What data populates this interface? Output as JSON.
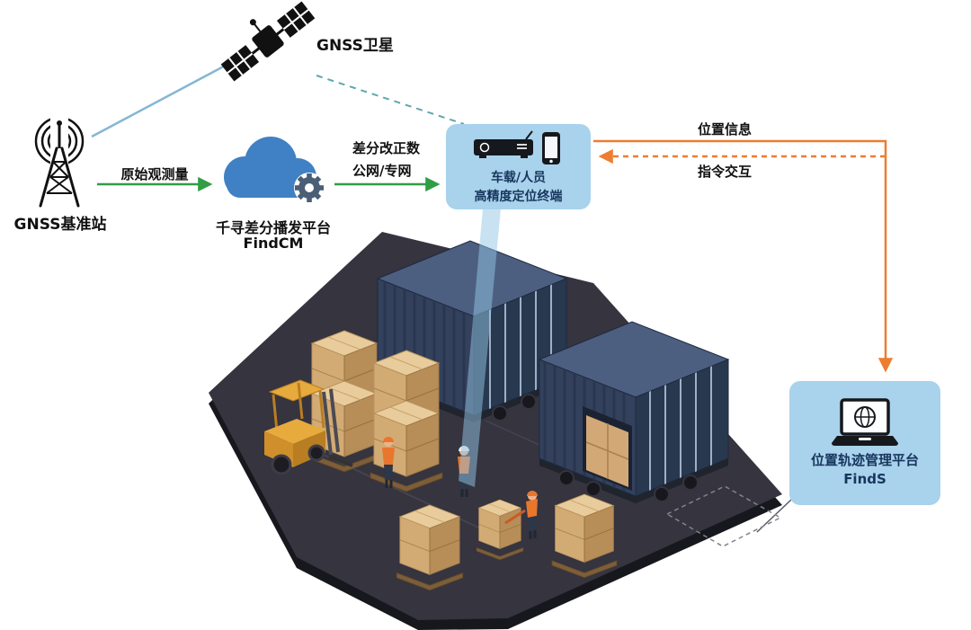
{
  "nodes": {
    "satellite": {
      "label": "GNSS卫星"
    },
    "base_station": {
      "label": "GNSS基准站"
    },
    "cloud": {
      "name": "千寻差分播发平台",
      "product": "FindCM"
    },
    "terminal": {
      "line1": "车载/人员",
      "line2": "高精度定位终端"
    },
    "management_platform": {
      "name": "位置轨迹管理平台",
      "product": "FindS"
    }
  },
  "flows": {
    "raw_observation": {
      "label": "原始观测量"
    },
    "corrections": {
      "line1": "差分改正数",
      "line2": "公网/专网"
    },
    "position_info": {
      "label": "位置信息"
    },
    "command_interaction": {
      "label": "指令交互"
    }
  },
  "icons": {
    "satellite": "satellite-icon",
    "base_station": "radio-tower-icon",
    "cloud": "cloud-gear-icon",
    "terminal_device": "vehicle-terminal-icon",
    "terminal_phone": "smartphone-icon",
    "management_platform": "laptop-globe-icon"
  },
  "colors": {
    "flow_green": "#2F9E44",
    "flow_orange": "#ED7D31",
    "node_box_bg": "#A9D2EC",
    "node_text_blue": "#17365D",
    "satellite_link_solid": "#85B6D4",
    "satellite_link_dashed": "#5FA6AE",
    "cloud_blue": "#3F81C4",
    "floor_dark": "#35343F",
    "container_navy": "#33415D",
    "carton_tan": "#D2AB74",
    "forklift_yellow": "#E7AA3C"
  }
}
